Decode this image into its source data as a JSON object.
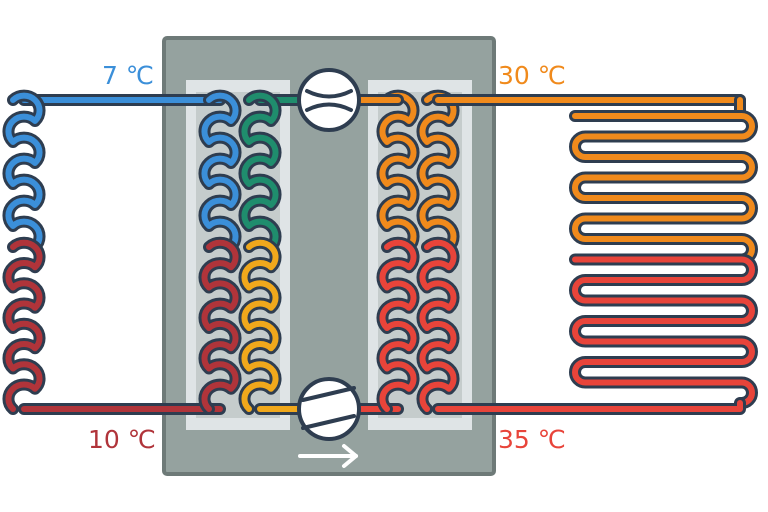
{
  "labels": {
    "source_outlet": "7 ℃",
    "source_inlet": "10 ℃",
    "sink_inlet": "30 ℃",
    "sink_outlet": "35 ℃"
  },
  "colors": {
    "cold": "#3b8fd9",
    "warm_source": "#b0343a",
    "vapor": "#1f8d6d",
    "low_refrigerant": "#f0a81c",
    "orange": "#f08a1c",
    "hot": "#e8443a",
    "outline": "#2e3d50",
    "unit_body": "#95a29f",
    "unit_border": "#6e7a78",
    "panel": "#dfe4e6",
    "panel_inner": "#c5cccc"
  }
}
